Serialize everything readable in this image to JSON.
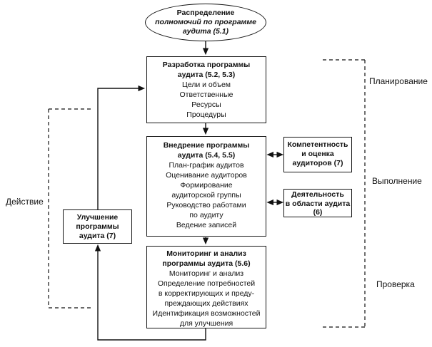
{
  "diagram": {
    "oval": {
      "lines": [
        "Распределение",
        "полномочий по программе",
        "аудита (5.1)"
      ]
    },
    "development": {
      "title": [
        "Разработка программы",
        "аудита (5.2, 5.3)"
      ],
      "items": [
        "Цели и объем",
        "Ответственные",
        "Ресурсы",
        "Процедуры"
      ]
    },
    "implementation": {
      "title": [
        "Внедрение программы",
        "аудита (5.4, 5.5)"
      ],
      "items": [
        "План-график аудитов",
        "Оценивание аудиторов",
        "Формирование",
        "аудиторской группы",
        "Руководство работами",
        "по аудиту",
        "Ведение записей"
      ]
    },
    "monitoring": {
      "title": [
        "Мониторинг и анализ",
        "программы аудита (5.6)"
      ],
      "items": [
        "Мониторинг и анализ",
        "Определение потребностей",
        "в корректирующих и преду-",
        "преждающих действиях",
        "Идентификация возможностей",
        "для улучшения"
      ]
    },
    "competence": {
      "lines": [
        "Компетентность",
        "и оценка",
        "аудиторов (7)"
      ]
    },
    "audit_activity": {
      "lines": [
        "Деятельность",
        "в области аудита",
        "(6)"
      ]
    },
    "improvement": {
      "lines": [
        "Улучшение",
        "программы",
        "аудита (7)"
      ]
    },
    "stage_labels": {
      "planning": "Планирование",
      "doing": "Выполнение",
      "acting": "Действие",
      "checking": "Проверка"
    },
    "colors": {
      "line": "#111111",
      "background": "#ffffff"
    }
  }
}
